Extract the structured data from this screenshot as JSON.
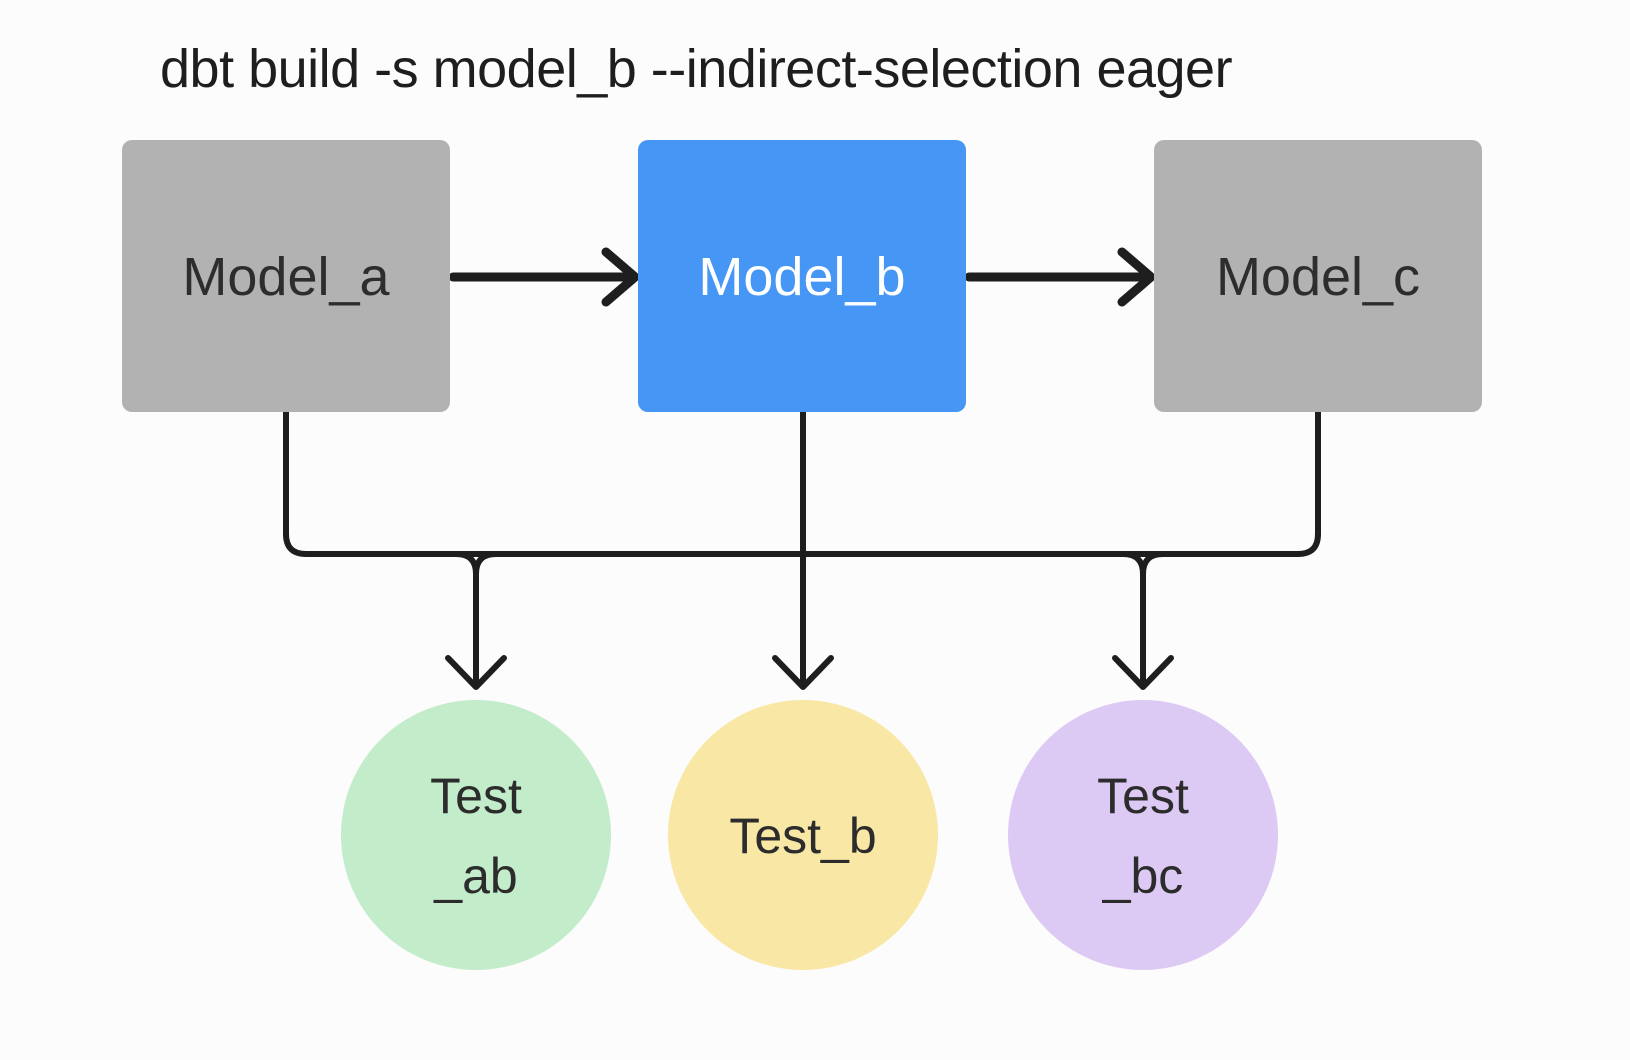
{
  "title": "dbt build -s model_b --indirect-selection eager",
  "colors": {
    "background": "#fcfcfc",
    "title_text": "#1e1e1e",
    "edge": "#1e1e1e",
    "model_unselected_fill": "#b2b2b3",
    "model_selected_fill": "#4596f5",
    "model_unselected_text": "#2d2d2d",
    "model_selected_text": "#ffffff",
    "test_ab_fill": "#c3ecca",
    "test_b_fill": "#f9e7a6",
    "test_bc_fill": "#ddcaf4",
    "test_text": "#2c2c2c"
  },
  "models": [
    {
      "id": "model_a",
      "label": "Model_a",
      "selected": false
    },
    {
      "id": "model_b",
      "label": "Model_b",
      "selected": true
    },
    {
      "id": "model_c",
      "label": "Model_c",
      "selected": false
    }
  ],
  "tests": [
    {
      "id": "test_ab",
      "line1": "Test",
      "line2": "_ab"
    },
    {
      "id": "test_b",
      "line1": "Test_b",
      "line2": ""
    },
    {
      "id": "test_bc",
      "line1": "Test",
      "line2": "_bc"
    }
  ]
}
